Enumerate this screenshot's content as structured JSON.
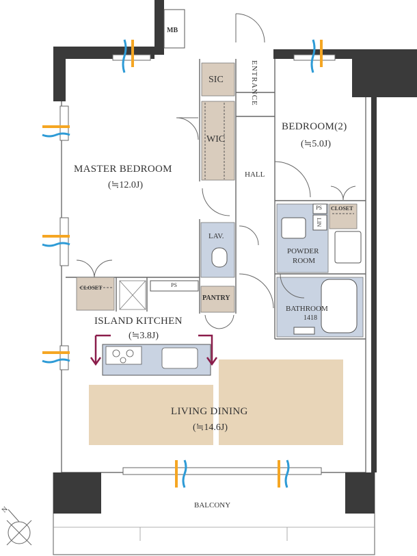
{
  "rooms": {
    "mb": "MB",
    "entrance": "ENTRANCE",
    "sic": "SIC",
    "wic": "WIC",
    "bedroom2": "BEDROOM(2)",
    "bedroom2_size": "(≒5.0J)",
    "master": "MASTER BEDROOM",
    "master_size": "(≒12.0J)",
    "hall": "HALL",
    "ps1": "PS",
    "lin": "LIN",
    "closet_right": "CLOSET",
    "lav": "LAV.",
    "powder": "POWDER",
    "room": "ROOM",
    "closet_left": "CLOSET",
    "ps2": "PS",
    "pantry": "PANTRY",
    "bathroom": "BATHROOM",
    "bath_size": "1418",
    "kitchen": "ISLAND KITCHEN",
    "kitchen_size": "(≒3.8J)",
    "living": "LIVING DINING",
    "living_size": "(≒14.6J)",
    "balcony": "BALCONY",
    "north": "N"
  },
  "colors": {
    "wall": "#3a3a3a",
    "storage": "#d9ccbd",
    "wet_area": "#c9d3e2",
    "floor_mat": "#e8d5b8",
    "arrow": "#8a1c4a",
    "vent_orange": "#f5a623",
    "vent_blue": "#2e9bd6"
  }
}
